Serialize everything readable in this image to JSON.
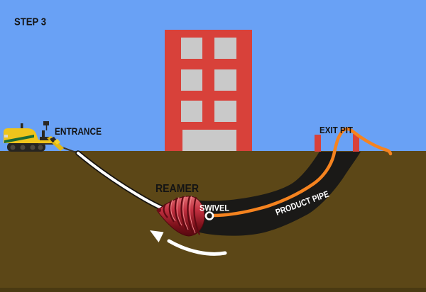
{
  "step_label": "STEP 3",
  "labels": {
    "entrance": "ENTRANCE",
    "exit_pit": "EXIT PIT",
    "reamer": "REAMER",
    "swivel": "SWIVEL",
    "product_pipe": "PRODUCT PIPE"
  },
  "colors": {
    "sky": "#69a1f5",
    "ground": "#5c4717",
    "ground_bottom_edge": "#4a3a12",
    "bore_tunnel": "#1a1917",
    "building_red": "#d8413a",
    "window_gray": "#c9c9c9",
    "pipe_orange": "#f5831f",
    "rig_yellow": "#efc41c",
    "rig_dark": "#2a2722",
    "rig_stripe_green": "#1c6b35",
    "reamer_red": "#c13040",
    "rod_white": "#ffffff",
    "label_dark": "#141414",
    "label_light": "#ffffff"
  }
}
